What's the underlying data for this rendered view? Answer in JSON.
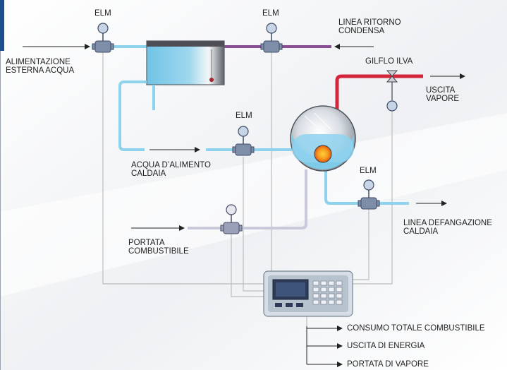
{
  "labels": {
    "elm_1": "ELM",
    "elm_2": "ELM",
    "elm_3": "ELM",
    "elm_4": "ELM",
    "return_line": [
      "LINEA RITORNO",
      "CONDENSA"
    ],
    "water_supply": [
      "ALIMENTAZIONE",
      "ESTERNA ACQUA"
    ],
    "gilflo": "GILFLO ILVA",
    "steam_out": [
      "USCITA",
      "VAPORE"
    ],
    "feed_water": [
      "ACQUA D’ALIMENTO",
      "CALDAIA"
    ],
    "blowdown": [
      "LINEA DEFANGAZIONE",
      "CALDAIA"
    ],
    "fuel_flow": [
      "PORTATA",
      "COMBUSTIBILE"
    ]
  },
  "outputs": [
    "CONSUMO TOTALE COMBUSTIBILE",
    "USCITA DI ENERGIA",
    "PORTATA DI VAPORE"
  ],
  "colors": {
    "water_pipe": "#8fd2ee",
    "condensate_pipe": "#8a4f93",
    "steam_pipe": "#d4263a",
    "fuel_pipe": "#c9c9dc",
    "signal_wire": "#bdbdbd",
    "left_bar": "#1f4e8c"
  }
}
